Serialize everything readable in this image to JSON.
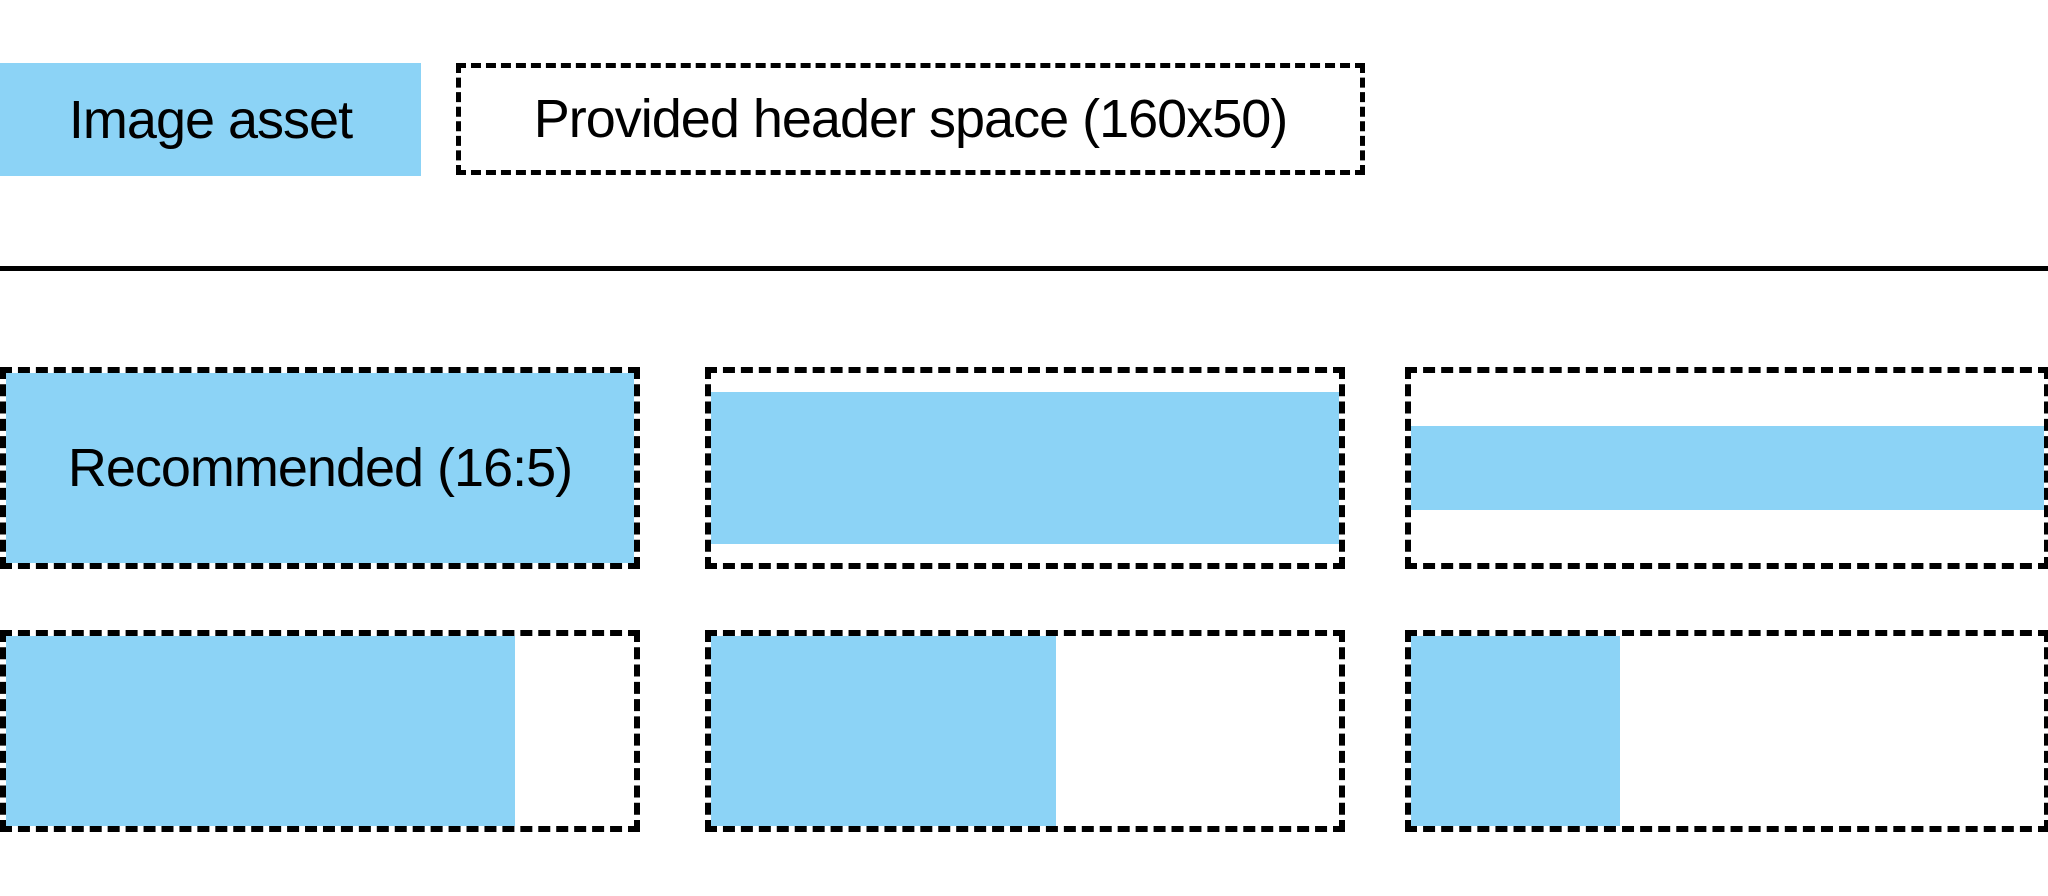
{
  "colors": {
    "asset_blue": "#8CD3F6",
    "line_black": "#000000"
  },
  "legend": {
    "image_asset_label": "Image asset",
    "header_space_label": "Provided header space (160x50)"
  },
  "examples": [
    {
      "label": "Recommended (16:5)",
      "fill_style": "left:0;top:0;width:100%;height:100%"
    },
    {
      "label": "",
      "fill_style": "left:0;top:10%;width:100%;height:80%"
    },
    {
      "label": "",
      "fill_style": "left:0;top:28%;width:100%;height:44%"
    },
    {
      "label": "",
      "fill_style": "left:0;top:0;width:81%;height:100%"
    },
    {
      "label": "",
      "fill_style": "left:0;top:0;width:55%;height:100%"
    },
    {
      "label": "",
      "fill_style": "left:0;top:0;width:33%;height:100%"
    }
  ]
}
